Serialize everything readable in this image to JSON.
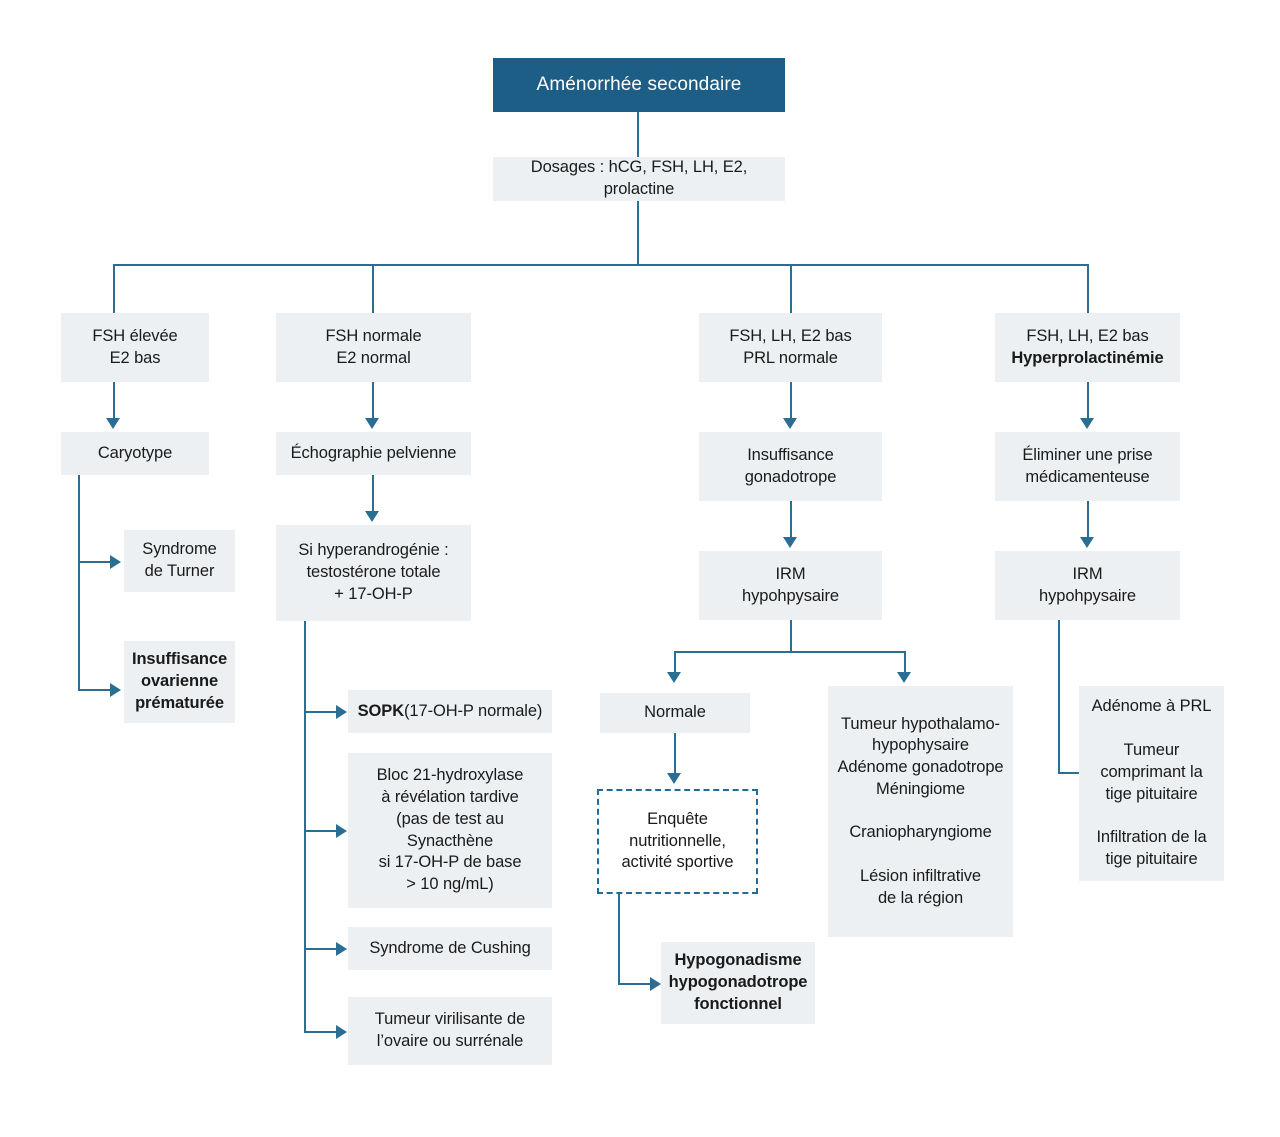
{
  "diagram": {
    "title": "Aménorrhée secondaire",
    "type": "clinical-decision-flowchart",
    "language": "fr",
    "colors": {
      "root_box_fill": "#1c5e86",
      "root_box_text": "#ffffff",
      "node_fill": "#edf0f2",
      "node_text": "#1a1a1a",
      "connector": "#2b6e94",
      "page_background": "#ffffff"
    }
  },
  "nodes": {
    "root": "Aménorrhée secondaire",
    "workup": "Dosages : hCG, FSH, LH, E2, prolactine",
    "branch1_label": "FSH élevée\nE2 bas",
    "branch1_step1": "Caryotype",
    "branch1_out1": "Syndrome\nde Turner",
    "branch1_out2": "Insuffisance\novarienne\nprématurée",
    "branch2_label": "FSH normale\nE2 normal",
    "branch2_step1": "Échographie pelvienne",
    "branch2_step2": "Si hyperandrogénie :\ntestostérone totale\n+ 17-OH-P",
    "branch2_out1_bold": "SOPK",
    "branch2_out1_rest": " (17-OH-P normale)",
    "branch2_out2": "Bloc 21-hydroxylase\nà révélation tardive\n(pas de test au Synacthène\nsi 17-OH-P de base\n> 10 ng/mL)",
    "branch2_out3": "Syndrome de Cushing",
    "branch2_out4": "Tumeur virilisante de\nl’ovaire ou surrénale",
    "branch3_label": "FSH, LH, E2 bas\nPRL normale",
    "branch3_step1": "Insuffisance\ngonadotrope",
    "branch3_step2": "IRM\nhypohpysaire",
    "branch3_out_normal": "Normale",
    "branch3_out_normal_next": "Enquête\nnutritionnelle,\nactivité sportive",
    "branch3_out_normal_final": "Hypogonadisme\nhypogonadotrope\nfonctionnel",
    "branch3_out_tumor": "Tumeur hypothalamo-\nhypophysaire\nAdénome gonadotrope\nMéningiome\n\nCraniopharyngiome\n\nLésion infiltrative\nde la région",
    "branch4_label_line1": "FSH, LH, E2 bas",
    "branch4_label_line2": "Hyperprolactinémie",
    "branch4_step1": "Éliminer une prise\nmédicamenteuse",
    "branch4_step2": "IRM\nhypohpysaire",
    "branch4_out": "Adénome à PRL\n\nTumeur\ncomprimant la\ntige pituitaire\n\nInfiltration de la\ntige pituitaire"
  }
}
